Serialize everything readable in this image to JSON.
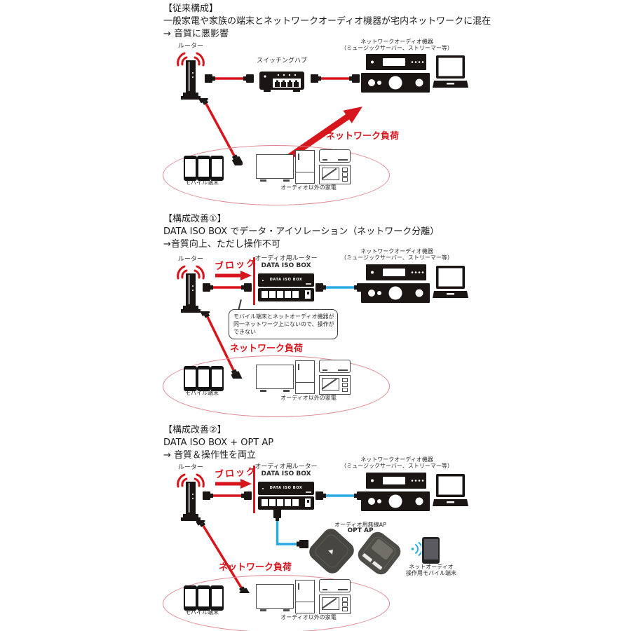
{
  "colors": {
    "red": "#d7151c",
    "blue": "#29abe2",
    "pink": "#df858e",
    "device_black": "#1b1613",
    "outline_gray": "#4a4a4a",
    "text_black": "#1c1c1c"
  },
  "s1": {
    "header": [
      "【従来構成】",
      "一般家電や家族の端末とネットワークオーディオ機器が宅内ネットワークに混在",
      "→ 音質に悪影響"
    ],
    "router": "ルーター",
    "hub": "スイッチングハブ",
    "audio1": "ネットワークオーディオ機器",
    "audio2": "（ミュージックサーバー、ストリーマー等）",
    "load": "ネットワーク負荷",
    "mobile": "モバイル端末",
    "appliances": "オーディオ以外の家電"
  },
  "s2": {
    "header": [
      "【構成改善①】",
      "DATA ISO BOX でデータ・アイソレーション（ネットワーク分離）",
      "→音質向上、ただし操作不可"
    ],
    "router": "ルーター",
    "block": "ブロック",
    "iso1": "オーディオ用ルーター",
    "iso2": "DATA ISO BOX",
    "iso_face": "DATA ISO BOX",
    "audio1": "ネットワークオーディオ機器",
    "audio2": "（ミュージックサーバー、ストリーマー等）",
    "callout": [
      "モバイル端末とネットオーディオ機器が",
      "同一ネットワーク上にないので、操作が",
      "できない"
    ],
    "load": "ネットワーク負荷",
    "mobile": "モバイル端末",
    "appliances": "オーディオ以外の家電"
  },
  "s3": {
    "header": [
      "【構成改善②】",
      "DATA ISO BOX + OPT AP",
      "→ 音質＆操作性を両立"
    ],
    "router": "ルーター",
    "block": "ブロック",
    "iso1": "オーディオ用ルーター",
    "iso2": "DATA ISO BOX",
    "iso_face": "DATA ISO BOX",
    "audio1": "ネットワークオーディオ機器",
    "audio2": "（ミュージックサーバー、ストリーマー等）",
    "optap1": "オーディオ用無線AP",
    "optap2": "OPT AP",
    "opphone1": "ネットオーディオ",
    "opphone2": "操作用モバイル端末",
    "load": "ネットワーク負荷",
    "mobile": "モバイル端末",
    "appliances": "オーディオ以外の家電"
  }
}
